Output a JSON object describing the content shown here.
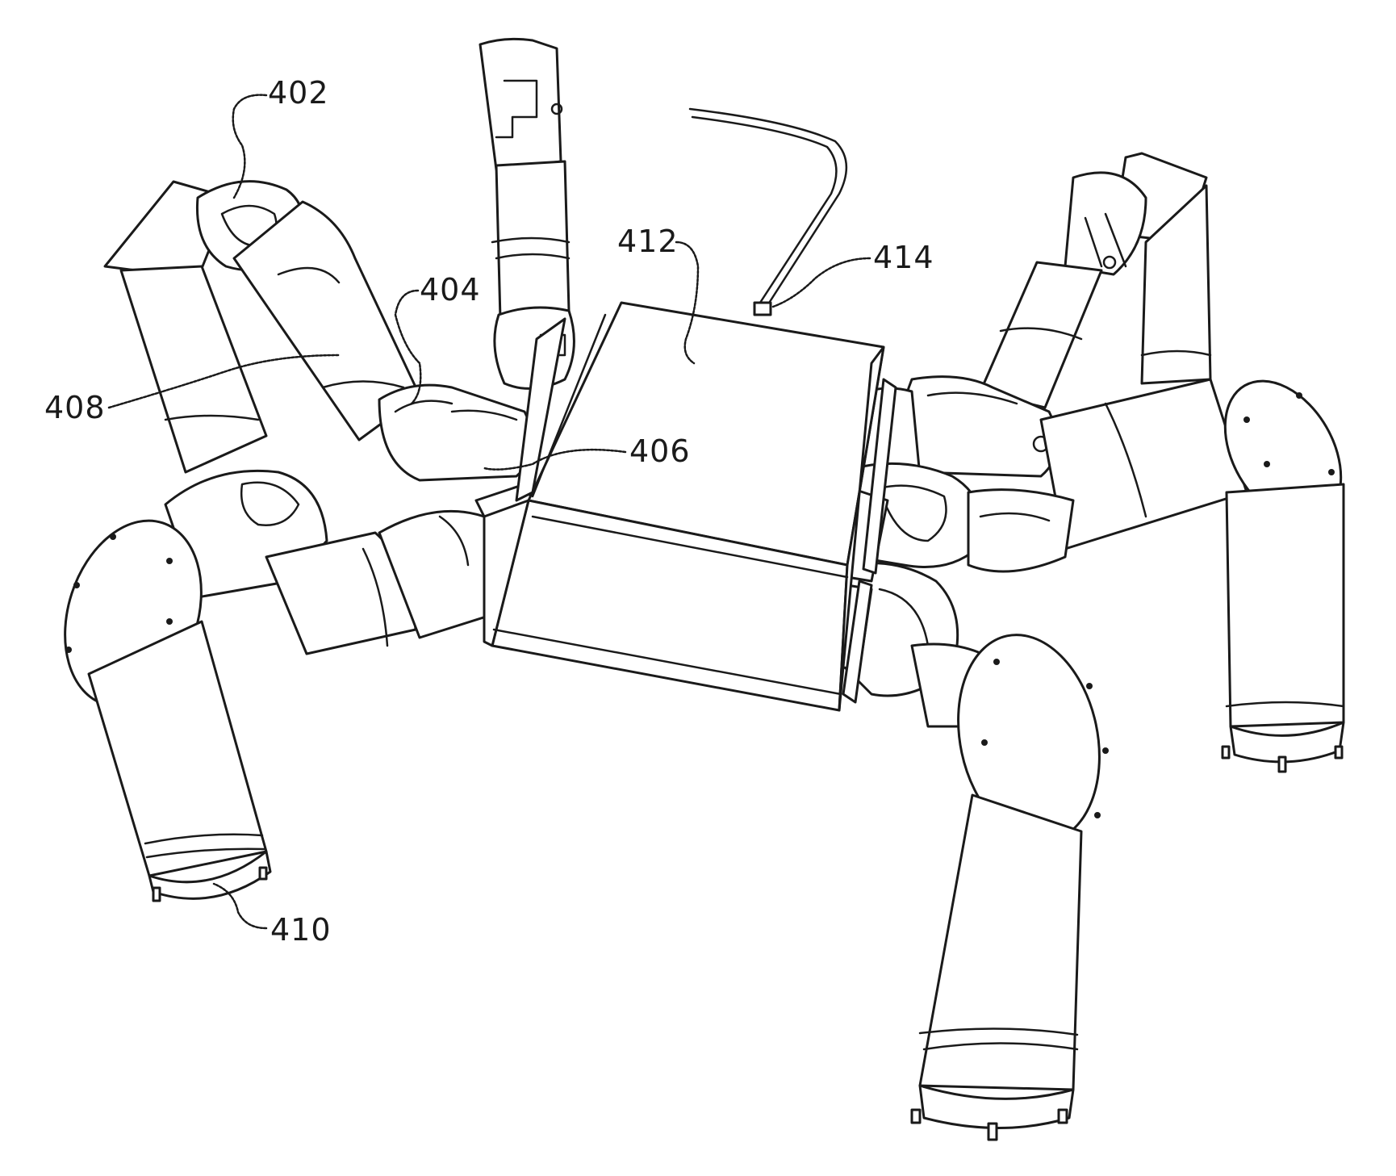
{
  "figure": {
    "reference_labels": {
      "r402": "402",
      "r404": "404",
      "r406": "406",
      "r408": "408",
      "r410": "410",
      "r412": "412",
      "r414": "414"
    },
    "line_color": "#1a1a1a",
    "background": "#ffffff"
  }
}
